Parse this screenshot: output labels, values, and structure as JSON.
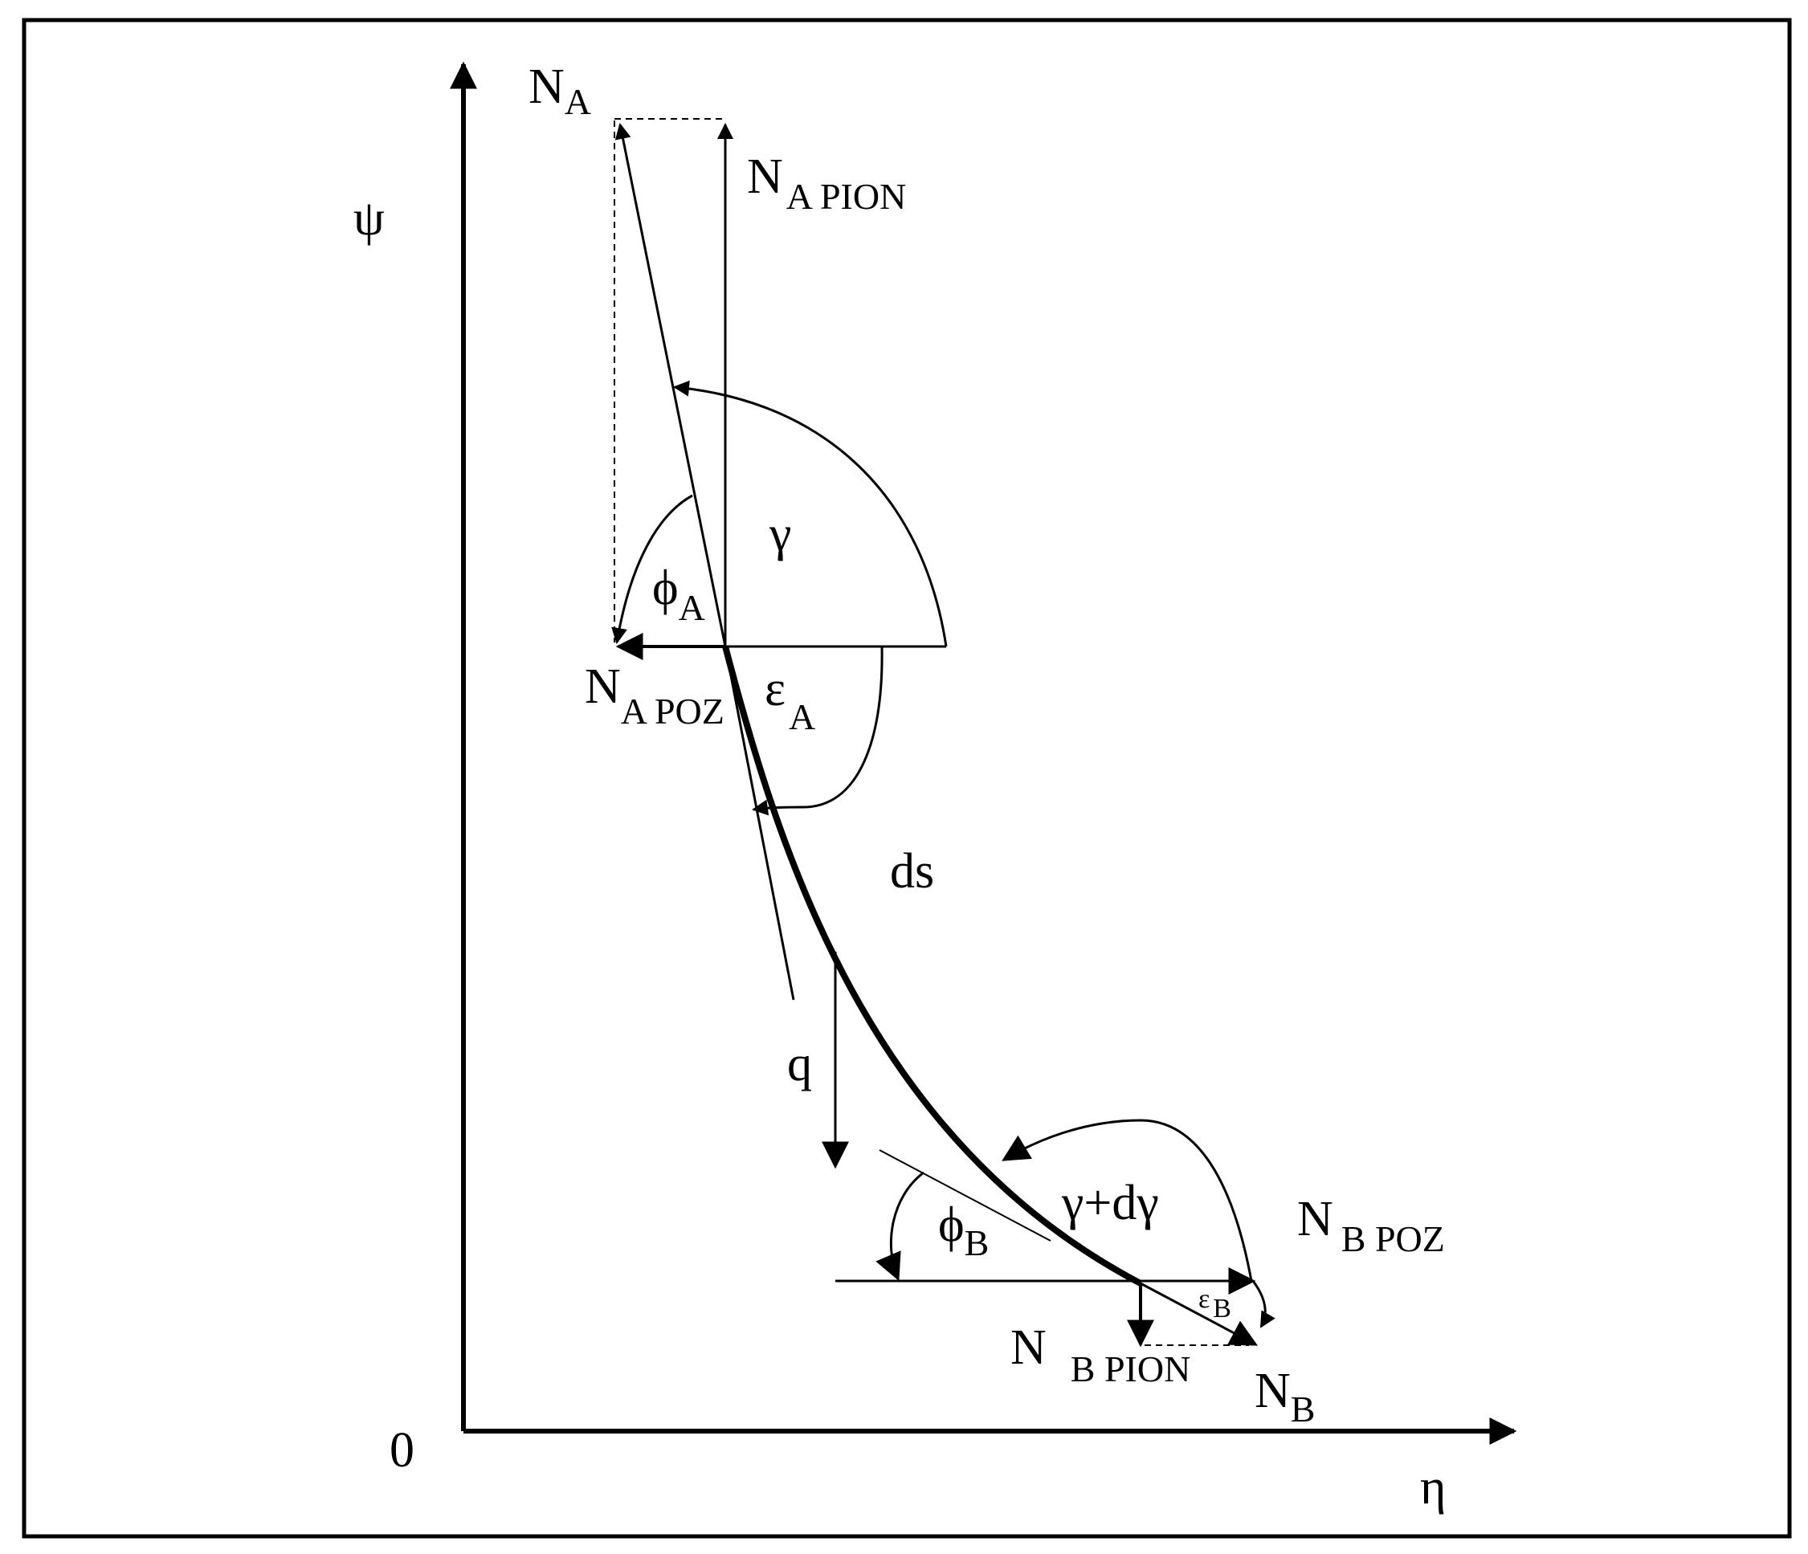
{
  "diagram": {
    "axes": {
      "y_label": "ψ",
      "x_label": "η",
      "origin_label": "0"
    },
    "node_a": {
      "force": {
        "main": "N",
        "sub": "A"
      },
      "vertical": {
        "main": "N",
        "sub": "A PION"
      },
      "horizontal": {
        "main": "N",
        "sub": "A POZ"
      },
      "angle_phi": {
        "main": "ϕ",
        "sub": "A"
      },
      "angle_epsilon": {
        "main": "ε",
        "sub": "A"
      },
      "angle_gamma": "γ"
    },
    "element": {
      "arc_length": "ds",
      "load": "q"
    },
    "node_b": {
      "force": {
        "main": "N",
        "sub": "B"
      },
      "vertical": {
        "main": "N",
        "sub": "B PION"
      },
      "horizontal": {
        "main": "N",
        "sub": "B POZ"
      },
      "angle_phi": {
        "main": "ϕ",
        "sub": "B"
      },
      "angle_epsilon": {
        "main": "ε",
        "sub": "B"
      },
      "angle_gamma": "γ+dγ"
    }
  }
}
